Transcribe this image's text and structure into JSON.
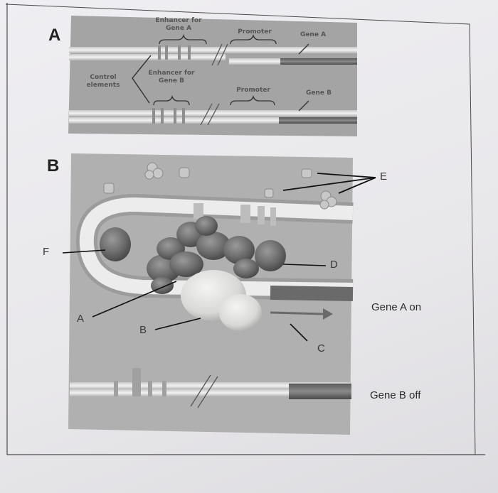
{
  "panel_a": {
    "letter": "A",
    "enhancer_a": [
      "Enhancer for",
      "Gene A"
    ],
    "promoter_a": "Promoter",
    "gene_a": "Gene A",
    "control_elements": [
      "Control",
      "elements"
    ],
    "enhancer_b": [
      "Enhancer for",
      "Gene B"
    ],
    "promoter_b": "Promoter",
    "gene_b": "Gene B"
  },
  "panel_b": {
    "letter": "B",
    "label_a": "A",
    "label_b": "B",
    "label_c": "C",
    "label_d": "D",
    "label_e": "E",
    "label_f": "F",
    "gene_a_on": "Gene A on",
    "gene_b_off": "Gene B off"
  }
}
